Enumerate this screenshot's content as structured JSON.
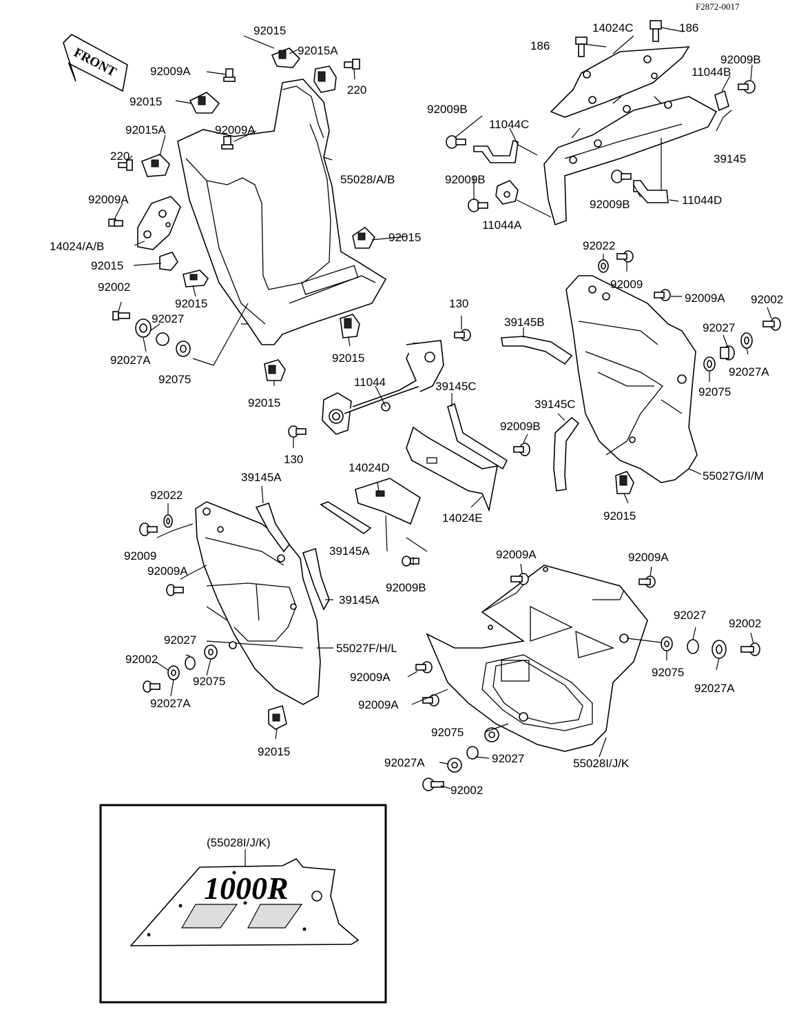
{
  "drawing_code": "F2872-0017",
  "front_arrow_label": "FRONT",
  "inset_ref": "(55028I/J/K)",
  "inset_logo": "1000R",
  "labels": {
    "l1": "92015",
    "l2": "92015A",
    "l3": "92009A",
    "l4": "220",
    "l5": "92015",
    "l6": "92015A",
    "l7": "92009A",
    "l8": "220",
    "l9": "92009A",
    "l10": "55028/A/B",
    "l11": "14024/A/B",
    "l12": "92015",
    "l13": "92015",
    "l14": "92015",
    "l15": "92002",
    "l16": "92027",
    "l17": "92027A",
    "l18": "92075",
    "l19": "92015",
    "l20": "92015",
    "l21": "14024C",
    "l22": "186",
    "l23": "186",
    "l24": "92009B",
    "l25": "11044B",
    "l26": "92009B",
    "l27": "11044C",
    "l28": "39145",
    "l29": "92009B",
    "l30": "92009B",
    "l31": "11044D",
    "l32": "11044A",
    "l33": "92022",
    "l34": "92009",
    "l35": "92009A",
    "l36": "92002",
    "l37": "130",
    "l38": "39145B",
    "l39": "92027",
    "l40": "92027A",
    "l41": "92075",
    "l42": "39145C",
    "l43": "11044",
    "l44": "39145C",
    "l45": "92009B",
    "l46": "130",
    "l47": "55027G/I/M",
    "l48": "14024D",
    "l49": "14024E",
    "l50": "92015",
    "l51": "39145A",
    "l52": "92022",
    "l53": "92009",
    "l54": "92009A",
    "l55": "39145A",
    "l56": "39145A",
    "l57": "92009B",
    "l58": "55027F/H/L",
    "l59": "92027",
    "l60": "92002",
    "l61": "92075",
    "l62": "92027A",
    "l63": "92015",
    "l64": "92009A",
    "l65": "92009A",
    "l66": "92027",
    "l67": "92002",
    "l68": "92075",
    "l69": "92027A",
    "l70": "92009A",
    "l71": "92009A",
    "l72": "92075",
    "l73": "92027",
    "l74": "92027A",
    "l75": "55028I/J/K",
    "l76": "92002"
  }
}
